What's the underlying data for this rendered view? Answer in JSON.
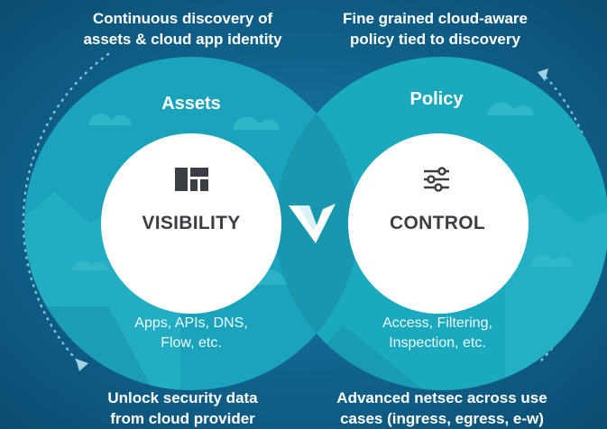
{
  "captions": {
    "top_left": [
      "Continuous discovery of",
      "assets & cloud app identity"
    ],
    "top_right": [
      "Fine grained cloud-aware",
      "policy tied to discovery"
    ],
    "bottom_left": [
      "Unlock security data",
      "from cloud provider"
    ],
    "bottom_right": [
      "Advanced netsec across use",
      "cases (ingress, egress, e-w)"
    ]
  },
  "lobes": {
    "left": {
      "title": "Assets",
      "label": "VISIBILITY",
      "icon": "dashboard-icon",
      "sub": [
        "Apps, APIs, DNS,",
        "Flow, etc."
      ]
    },
    "right": {
      "title": "Policy",
      "label": "CONTROL",
      "icon": "sliders-icon",
      "sub": [
        "Access, Filtering,",
        "Inspection, etc."
      ]
    }
  },
  "center_logo": "v-logo-icon",
  "colors": {
    "background": "#10618a",
    "lobe": "#1aa9bd",
    "inner_circle": "#ffffff",
    "label_text": "#3b3f44"
  }
}
